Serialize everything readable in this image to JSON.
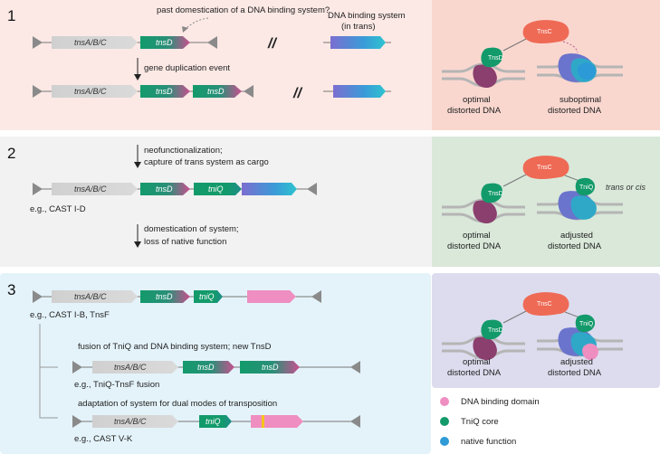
{
  "panels": {
    "p1": {
      "number": "1",
      "question": "past domestication of a DNA binding system?",
      "trans_label_1": "DNA binding system",
      "trans_label_2": "(in trans)",
      "event": "gene duplication event",
      "genes_a": [
        "tnsA/B/C",
        "tnsD"
      ],
      "genes_b": [
        "tnsA/B/C",
        "tnsD",
        "tnsD"
      ],
      "separator": "//",
      "right": {
        "tnsc": "TnsC",
        "tnsd": "TnsD",
        "left_caption_1": "optimal",
        "left_caption_2": "distorted DNA",
        "right_caption_1": "suboptimal",
        "right_caption_2": "distorted DNA"
      }
    },
    "p2": {
      "number": "2",
      "step1_a": "neofunctionalization;",
      "step1_b": "capture of trans system as cargo",
      "genes": [
        "tnsA/B/C",
        "tnsD",
        "tniQ"
      ],
      "example": "e.g., CAST I-D",
      "step2_a": "domestication of system;",
      "step2_b": "loss of native function",
      "right": {
        "tnsc": "TnsC",
        "tnsd": "TnsD",
        "tniq": "TniQ",
        "mode": "trans or cis",
        "left_caption_1": "optimal",
        "left_caption_2": "distorted DNA",
        "right_caption_1": "adjusted",
        "right_caption_2": "distorted DNA"
      }
    },
    "p3": {
      "number": "3",
      "genes_top": [
        "tnsA/B/C",
        "tnsD",
        "tniQ"
      ],
      "example_top": "e.g., CAST I-B, TnsF",
      "fusion_title": "fusion of TniQ and DNA binding system; new TnsD",
      "genes_fusion": [
        "tnsA/B/C",
        "tnsD",
        "tnsD"
      ],
      "example_fusion": "e.g., TniQ-TnsF fusion",
      "adapt_title": "adaptation of system for dual modes of transposition",
      "genes_adapt": [
        "tnsA/B/C",
        "tniQ"
      ],
      "example_adapt": "e.g., CAST V-K",
      "right": {
        "tnsc": "TnsC",
        "tnsd": "TnsD",
        "tniq": "TniQ",
        "left_caption_1": "optimal",
        "left_caption_2": "distorted DNA",
        "right_caption_1": "adjusted",
        "right_caption_2": "distorted DNA"
      }
    }
  },
  "legend": [
    {
      "label": "DNA binding domain",
      "color": "#ef8ec0"
    },
    {
      "label": "TniQ core",
      "color": "#139a6b"
    },
    {
      "label": "native function",
      "color": "#2f9ad6"
    }
  ],
  "colors": {
    "p1_bg": "#fce9e5",
    "p1_right_bg": "#f9d7cf",
    "p2_bg": "#f1f2f1",
    "p2_right_bg": "#d9e8d9",
    "p3_bg": "#e4f3fa",
    "p3_right_bg": "#dcdcee",
    "tnsc": "#ef6a55",
    "green": "#139a6b",
    "pink": "#ef8ec0",
    "blue": "#2f9ad6"
  }
}
